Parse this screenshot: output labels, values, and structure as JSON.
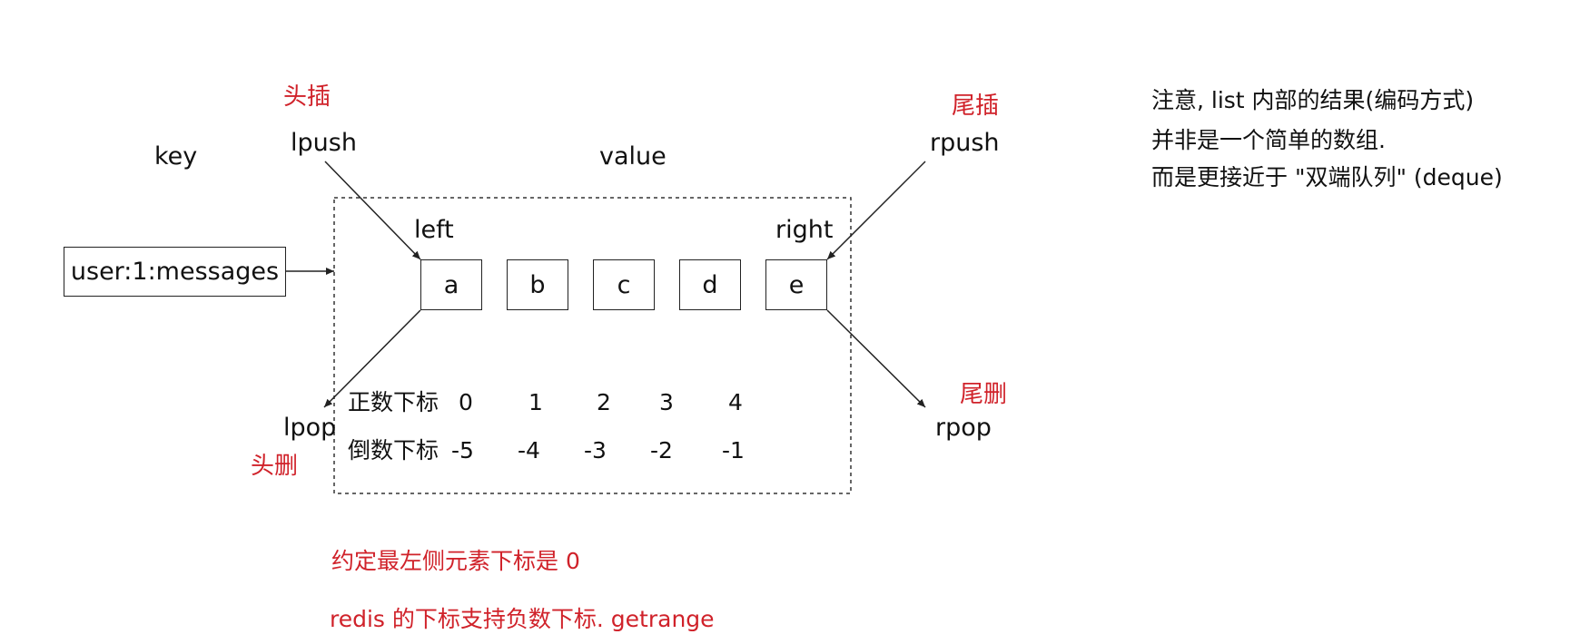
{
  "labels": {
    "key": "key",
    "value": "value",
    "lpush": "lpush",
    "rpush": "rpush",
    "left": "left",
    "right": "right",
    "lpop": "lpop",
    "rpop": "rpop"
  },
  "red_labels": {
    "head_insert": "头插",
    "tail_insert": "尾插",
    "head_delete": "头删",
    "tail_delete": "尾删"
  },
  "key_box": "user:1:messages",
  "elements": [
    "a",
    "b",
    "c",
    "d",
    "e"
  ],
  "positive_index": {
    "label": "正数下标",
    "values": [
      "0",
      "1",
      "2",
      "3",
      "4"
    ]
  },
  "negative_index": {
    "label": "倒数下标",
    "values": [
      "-5",
      "-4",
      "-3",
      "-2",
      "-1"
    ]
  },
  "bottom_notes": [
    "约定最左侧元素下标是 0",
    "redis 的下标支持负数下标. getrange"
  ],
  "side_note": [
    "注意, list 内部的结果(编码方式)",
    "并非是一个简单的数组.",
    "而是更接近于 \"双端队列\" (deque)"
  ],
  "colors": {
    "accent_red": "#d0222a",
    "line": "#222222"
  }
}
